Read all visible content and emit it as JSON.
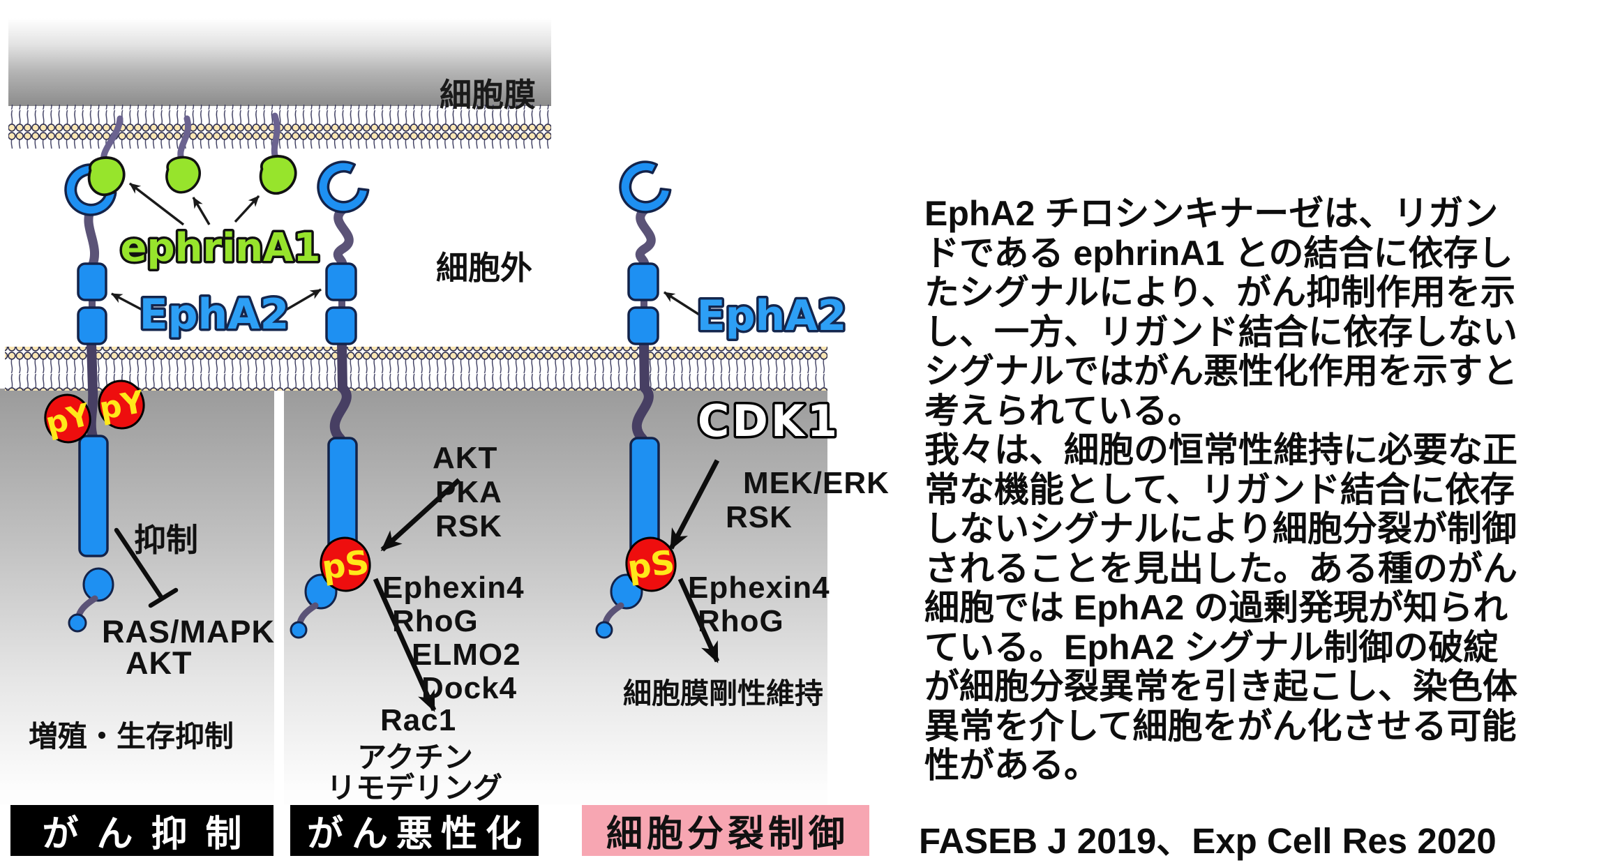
{
  "colors": {
    "receptor_blue": "#1e90f2",
    "outline_navy": "#13234a",
    "ephrin_green": "#97e42c",
    "stalk_purple": "#5b5377",
    "tm_purple": "#473f63",
    "phospho_red": "#ee0e0e",
    "phospho_yellow": "#ffe81a",
    "membrane_head": "#fae7b5",
    "membrane_outline": "#2f2f4f",
    "banner_black": "#000000",
    "banner_pink": "#f7a6b2",
    "epha2_text_blue": "#2d9ff5",
    "cytoplasm_gray": "#9b9b9b"
  },
  "top_cell": {
    "membrane_label": "細胞膜"
  },
  "extracellular": {
    "region_label": "細胞外",
    "ephrin_label": "ephrinA1",
    "epha2_label": "EphA2",
    "epha2_label_right": "EphA2"
  },
  "receptors": {
    "py_badge": "pY",
    "ps_badge": "pS"
  },
  "panel_suppression": {
    "inhibition_label": "抑制",
    "target_1": "RAS/MAPK",
    "target_2": "AKT",
    "outcome": "増殖・生存抑制",
    "banner": "がん抑制"
  },
  "panel_malignancy": {
    "kinases": [
      "AKT",
      "PKA",
      "RSK"
    ],
    "cascade": [
      "Ephexin4",
      "RhoG",
      "ELMO2",
      "Dock4",
      "Rac1"
    ],
    "outcome_line1": "アクチン",
    "outcome_line2": "リモデリング",
    "banner": "がん悪性化"
  },
  "panel_division": {
    "kinase_main": "CDK1",
    "kinase_1": "MEK/ERK",
    "kinase_2": "RSK",
    "cascade": [
      "Ephexin4",
      "RhoG"
    ],
    "outcome": "細胞膜剛性維持",
    "banner": "細胞分裂制御"
  },
  "description": {
    "lines": [
      "EphA2 チロシンキナーゼは、リガン",
      "ドである ephrinA1 との結合に依存し",
      "たシグナルにより、がん抑制作用を示",
      "し、一方、リガンド結合に依存しない",
      "シグナルではがん悪性化作用を示すと",
      "考えられている。",
      "我々は、細胞の恒常性維持に必要な正",
      "常な機能として、リガンド結合に依存",
      "しないシグナルにより細胞分裂が制御",
      "されることを見出した。ある種のがん",
      "細胞では EphA2 の過剰発現が知られ",
      "ている。EphA2 シグナル制御の破綻",
      "が細胞分裂異常を引き起こし、染色体",
      "異常を介して細胞をがん化させる可能",
      "性がある。"
    ]
  },
  "citation": "FASEB J 2019、Exp Cell Res 2020"
}
